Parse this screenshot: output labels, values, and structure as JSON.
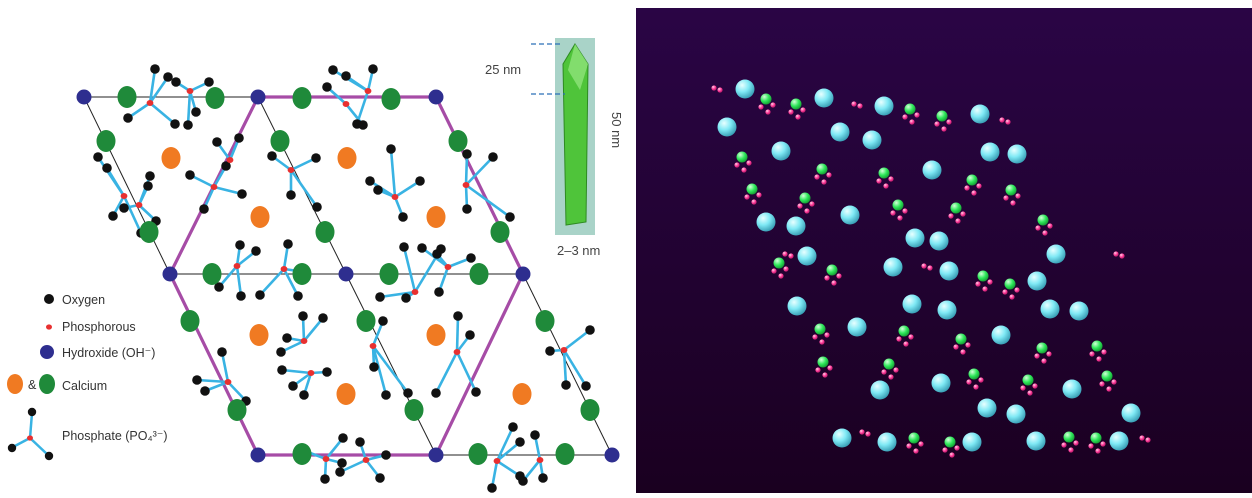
{
  "left_diagram": {
    "legend": {
      "oxygen": "Oxygen",
      "phosphorous": "Phosphorous",
      "hydroxide": "Hydroxide (OH⁻)",
      "calcium_amp": "&",
      "calcium": "Calcium",
      "phosphate": "Phosphate (PO₄³⁻)"
    },
    "crystal": {
      "length_label": "50 nm",
      "tip_label": "25 nm",
      "width_label": "2–3 nm"
    },
    "colors": {
      "oxygen": "#111111",
      "phosphorous": "#e83030",
      "hydroxide": "#2e2e8f",
      "calcium_orange": "#f07a22",
      "calcium_green": "#1f8a3a",
      "bond": "#39b3e3",
      "unit_cell": "#a64ca6",
      "crystal": "#5ccc3a"
    }
  },
  "right_render": {
    "colors": {
      "background_top": "#2a0545",
      "background_bottom": "#1a0020",
      "calcium": "#7fe9f5",
      "phosphorus": "#2ee85a",
      "oxygen": "#ff3d9a"
    }
  }
}
